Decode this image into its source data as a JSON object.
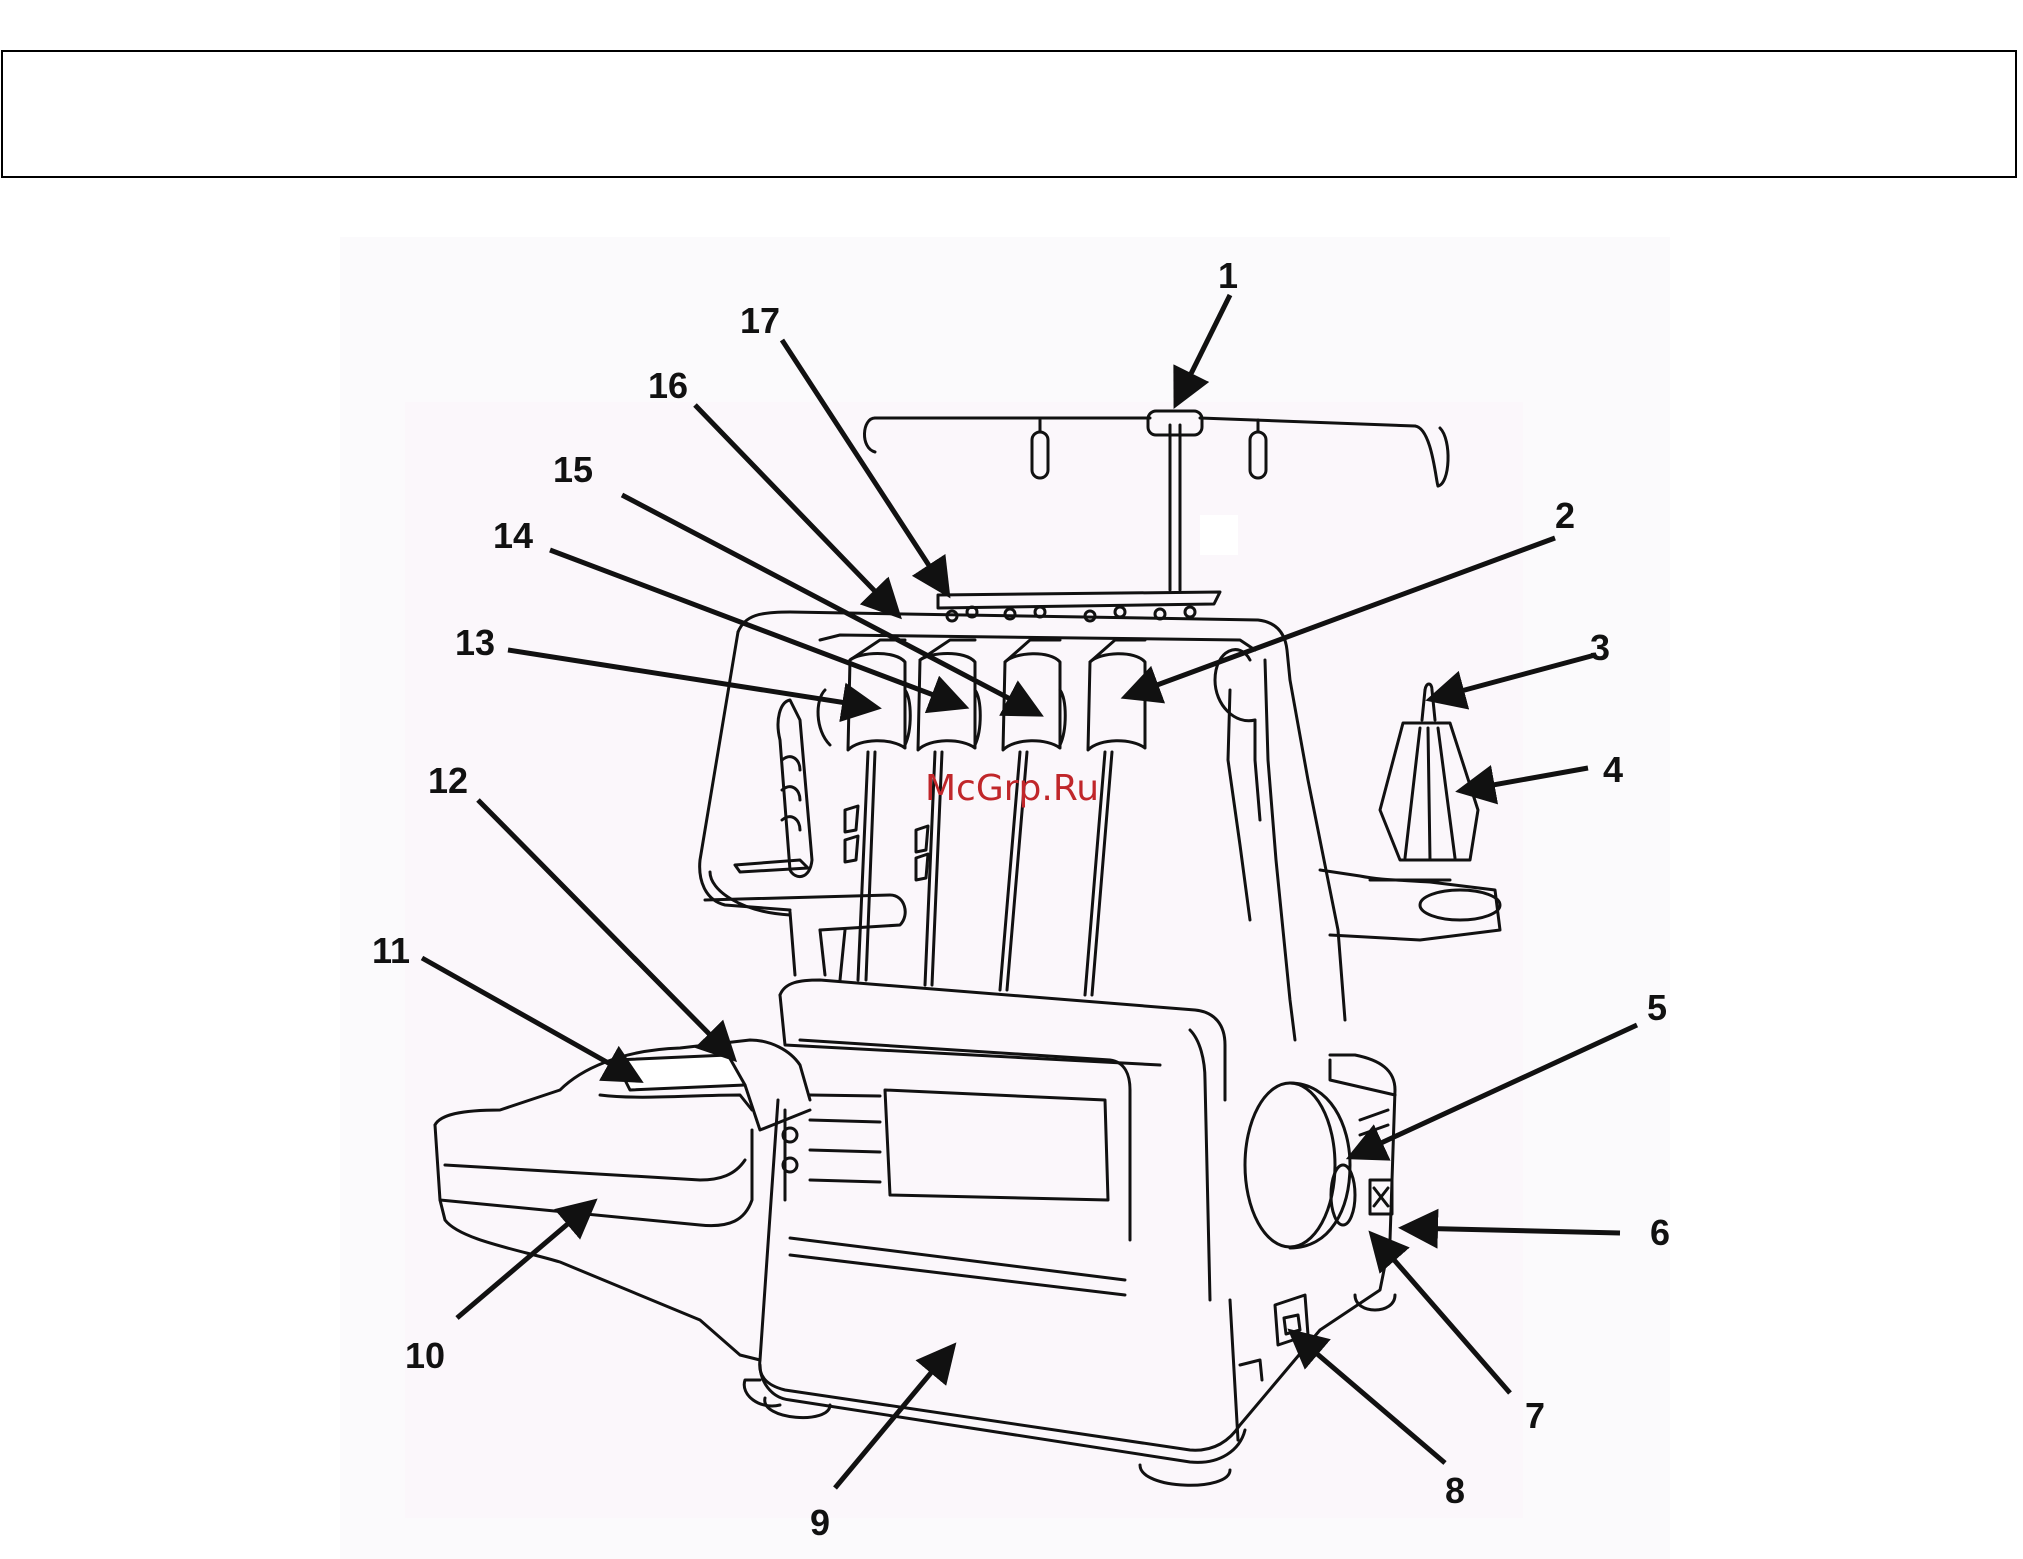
{
  "watermark": "McGrp.Ru",
  "colors": {
    "line": "#111111",
    "watermark": "#c0262a"
  },
  "callouts": [
    {
      "id": "1",
      "label": "1"
    },
    {
      "id": "2",
      "label": "2"
    },
    {
      "id": "3",
      "label": "3"
    },
    {
      "id": "4",
      "label": "4"
    },
    {
      "id": "5",
      "label": "5"
    },
    {
      "id": "6",
      "label": "6"
    },
    {
      "id": "7",
      "label": "7"
    },
    {
      "id": "8",
      "label": "8"
    },
    {
      "id": "9",
      "label": "9"
    },
    {
      "id": "10",
      "label": "10"
    },
    {
      "id": "11",
      "label": "11"
    },
    {
      "id": "12",
      "label": "12"
    },
    {
      "id": "13",
      "label": "13"
    },
    {
      "id": "14",
      "label": "14"
    },
    {
      "id": "15",
      "label": "15"
    },
    {
      "id": "16",
      "label": "16"
    },
    {
      "id": "17",
      "label": "17"
    }
  ]
}
